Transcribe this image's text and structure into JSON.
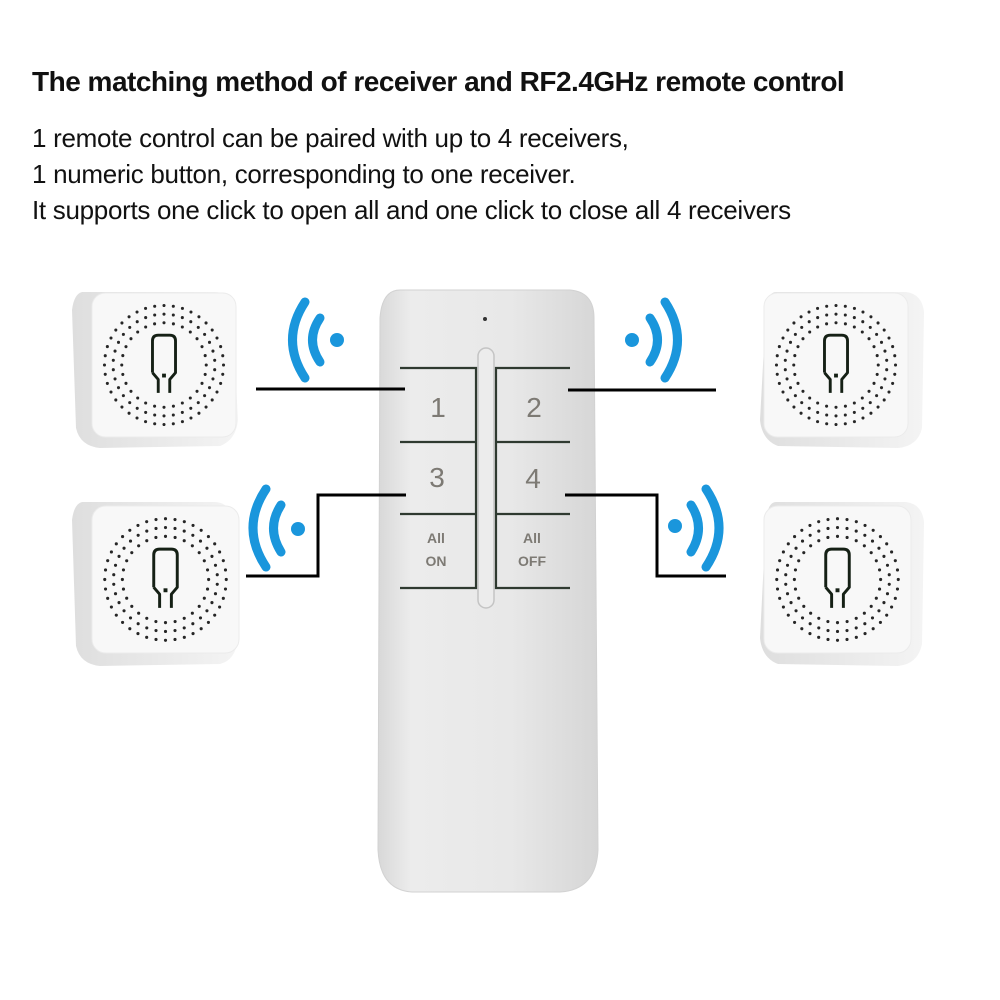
{
  "header": {
    "title": "The matching method of receiver and RF2.4GHz remote control",
    "lines": [
      "1 remote control can be paired with up to 4 receivers,",
      "1 numeric button, corresponding to one receiver.",
      "It supports one click to open all and one click to close all 4 receivers"
    ]
  },
  "remote": {
    "buttons": [
      {
        "id": "1",
        "label": "1"
      },
      {
        "id": "2",
        "label": "2"
      },
      {
        "id": "3",
        "label": "3"
      },
      {
        "id": "4",
        "label": "4"
      },
      {
        "id": "all-on",
        "line1": "All",
        "line2": "ON"
      },
      {
        "id": "all-off",
        "line1": "All",
        "line2": "OFF"
      }
    ]
  },
  "receivers": [
    {
      "name": "receiver-1",
      "icon": "smart-switch-module"
    },
    {
      "name": "receiver-2",
      "icon": "smart-switch-module"
    },
    {
      "name": "receiver-3",
      "icon": "smart-switch-module"
    },
    {
      "name": "receiver-4",
      "icon": "smart-switch-module"
    }
  ],
  "colors": {
    "signal": "#1a96dc",
    "connector": "#000000",
    "remote_body": "#e6e6e6",
    "button_text": "#7d7a74"
  }
}
